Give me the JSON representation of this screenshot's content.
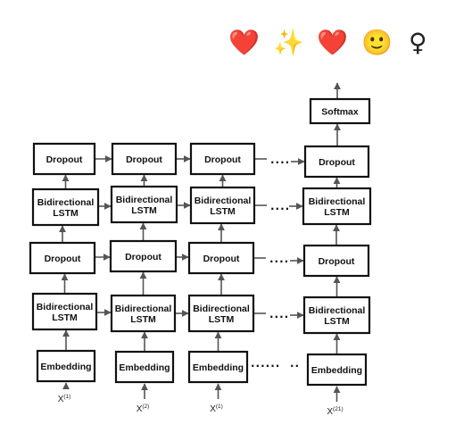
{
  "emojis": [
    {
      "glyph": "❤️",
      "name": "red-heart-icon",
      "color": "#e0202a"
    },
    {
      "glyph": "✨",
      "name": "sparkles-icon",
      "color": "#f2c31b"
    },
    {
      "glyph": "❤️",
      "name": "red-heart-icon",
      "color": "#e0202a"
    },
    {
      "glyph": "🙂",
      "name": "slightly-smiling-face-icon",
      "color": "#f5c33b"
    },
    {
      "glyph": "♀",
      "name": "female-sign-icon",
      "color": "#222222"
    }
  ],
  "diagram": {
    "output_label": "Softmax",
    "columns": [
      {
        "input_base": "X",
        "input_sup": "(1)",
        "layers": [
          "Embedding",
          "Bidirectional LSTM",
          "Dropout",
          "Bidirectional LSTM",
          "Dropout"
        ]
      },
      {
        "input_base": "X",
        "input_sup": "(2)",
        "layers": [
          "Embedding",
          "Bidirectional LSTM",
          "Dropout",
          "Bidirectional LSTM",
          "Dropout"
        ]
      },
      {
        "input_base": "X",
        "input_sup": "(1)",
        "layers": [
          "Embedding",
          "Bidirectional LSTM",
          "Dropout",
          "Bidirectional LSTM",
          "Dropout"
        ]
      },
      {
        "input_base": "X",
        "input_sup": "(21)",
        "layers": [
          "Embedding",
          "Bidirectional LSTM",
          "Dropout",
          "Bidirectional LSTM",
          "Dropout"
        ]
      }
    ],
    "ellipsis": "....",
    "embedding_ellipsis": "......"
  }
}
